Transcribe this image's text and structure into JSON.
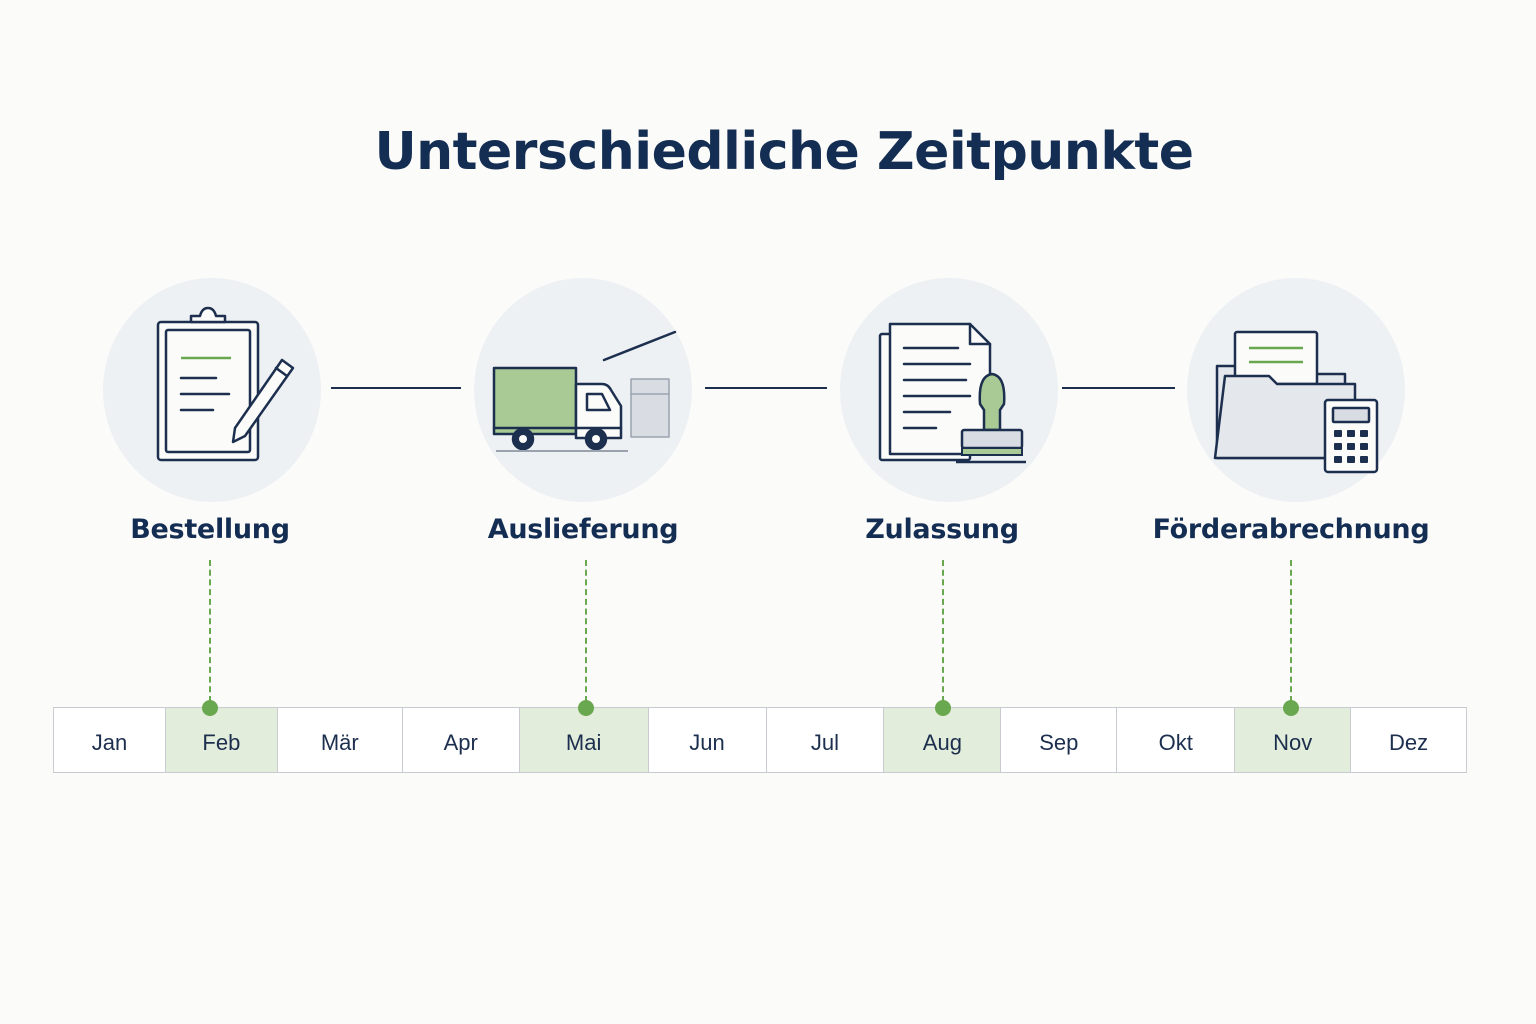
{
  "title": "Unterschiedliche Zeitpunkte",
  "milestones": [
    {
      "label": "Bestellung",
      "icon": "clipboard-pen-icon",
      "month": "Feb"
    },
    {
      "label": "Auslieferung",
      "icon": "delivery-truck-icon",
      "month": "Mai"
    },
    {
      "label": "Zulassung",
      "icon": "document-stamp-icon",
      "month": "Aug"
    },
    {
      "label": "Förderabrechnung",
      "icon": "folder-calculator-icon",
      "month": "Nov"
    }
  ],
  "months": [
    "Jan",
    "Feb",
    "Mär",
    "Apr",
    "Mai",
    "Jun",
    "Jul",
    "Aug",
    "Sep",
    "Okt",
    "Nov",
    "Dez"
  ],
  "highlighted_months": [
    "Feb",
    "Mai",
    "Aug",
    "Nov"
  ],
  "colors": {
    "title": "#142d52",
    "accent_green": "#6aa84f",
    "highlight_fill": "#e3eddb",
    "circle_fill": "#eef1f4"
  }
}
